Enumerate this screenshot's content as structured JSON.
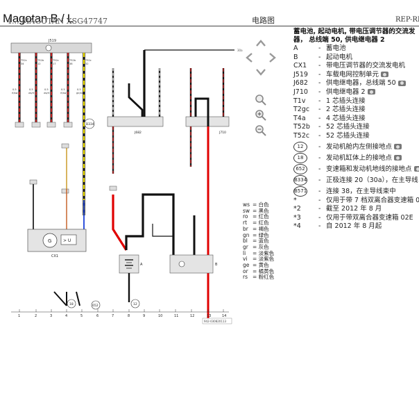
{
  "header": {
    "title": "Magotan B / L",
    "subtitle": "4... MAGOTAN XSG47747",
    "center": "电路图",
    "right": "REP-RE"
  },
  "legend": {
    "title_line1": "蓄电池, 起动电机, 带电压调节器的交流发",
    "title_line2": "器， 总线端 50, 供电继电器 2",
    "items": [
      {
        "code": "A",
        "desc": "蓄电池",
        "cam": false
      },
      {
        "code": "B",
        "desc": "起动电机",
        "cam": false
      },
      {
        "code": "CX1",
        "desc": "带电压调节器的交流发电机",
        "cam": false
      },
      {
        "code": "J519",
        "desc": "车载电网控制单元",
        "cam": true
      },
      {
        "code": "J682",
        "desc": "供电继电器，总线端 50",
        "cam": true
      },
      {
        "code": "J710",
        "desc": "供电继电器 2",
        "cam": true
      },
      {
        "code": "T1v",
        "desc": "1 芯插头连接",
        "cam": false
      },
      {
        "code": "T2gc",
        "desc": "2 芯插头连接",
        "cam": false
      },
      {
        "code": "T4a",
        "desc": "4 芯插头连接",
        "cam": false
      },
      {
        "code": "T52b",
        "desc": "52 芯插头连接",
        "cam": false
      },
      {
        "code": "T52c",
        "desc": "52 芯插头连接",
        "cam": false
      }
    ],
    "grounds": [
      {
        "code": "12",
        "desc": "发动机舱内左侧接地点",
        "cam": true
      },
      {
        "code": "18",
        "desc": "发动机缸体上的接地点",
        "cam": true
      },
      {
        "code": "652",
        "desc": "变速箱和发动机地线的接地点",
        "cam": true
      },
      {
        "code": "B334",
        "desc": "正极连接 20（30a），在主导线",
        "cam": false
      },
      {
        "code": "B571",
        "desc": "连接 38，在主导线束中",
        "cam": false
      }
    ],
    "notes": [
      {
        "code": "*",
        "desc": "仅用于带 7 档双离合器变速箱 0"
      },
      {
        "code": "*2",
        "desc": "截至 2012 年 8 月"
      },
      {
        "code": "*3",
        "desc": "仅用于带双离合器变速箱 02E"
      },
      {
        "code": "*4",
        "desc": "自 2012 年 8 月起"
      }
    ]
  },
  "colors_key": [
    {
      "code": "ws",
      "name": "白色"
    },
    {
      "code": "sw",
      "name": "黑色"
    },
    {
      "code": "ro",
      "name": "红色"
    },
    {
      "code": "rt",
      "name": "红色"
    },
    {
      "code": "br",
      "name": "褐色"
    },
    {
      "code": "gn",
      "name": "绿色"
    },
    {
      "code": "bl",
      "name": "蓝色"
    },
    {
      "code": "gr",
      "name": "灰色"
    },
    {
      "code": "li",
      "name": "淡紫色"
    },
    {
      "code": "vi",
      "name": "淡紫色"
    },
    {
      "code": "ge",
      "name": "黄色"
    },
    {
      "code": "or",
      "name": "橘黄色"
    },
    {
      "code": "rs",
      "name": "粉红色"
    }
  ],
  "diagram": {
    "j519_label": "J519",
    "j682_label": "J682",
    "j710_label": "J710",
    "cx1_label": "CX1",
    "a_label": "A",
    "b_label": "B",
    "b334_label": "B334",
    "t52_labels": [
      "T52c",
      "T52b",
      "T52c",
      "T52b",
      "T52c"
    ],
    "t52_pins": [
      "34",
      "12",
      "17",
      "38",
      "32"
    ],
    "top_wire_sizes": [
      "0.5",
      "0.5",
      "0.5",
      "0.5",
      "0.5"
    ],
    "top_wire_colors": [
      "rt/sw",
      "ws/rt",
      "ws/rt",
      "rt/sw",
      "gn/sw"
    ],
    "bus_label": "30a",
    "gnd_labels": [
      "18",
      "652",
      "12"
    ],
    "bottom_numbers": [
      "1",
      "2",
      "3",
      "4",
      "5",
      "6",
      "7",
      "8",
      "9",
      "10",
      "11",
      "12",
      "13",
      "14"
    ],
    "doc_number": "942-030820113",
    "cx1_symbol": "> U",
    "gen_symbol": "G"
  }
}
